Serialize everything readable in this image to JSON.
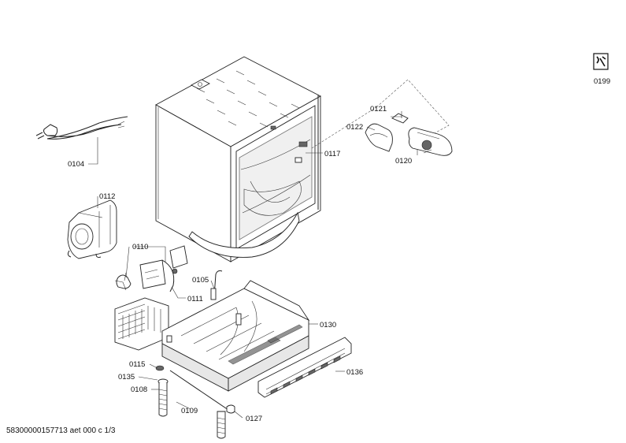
{
  "labels": {
    "l0199": "0199",
    "l0121": "0121",
    "l0122": "0122",
    "l0117": "0117",
    "l0120": "0120",
    "l0104": "0104",
    "l0112": "0112",
    "l0110": "0110",
    "l0111": "0111",
    "l0105": "0105",
    "l0130": "0130",
    "l0136": "0136",
    "l0115": "0115",
    "l0135": "0135",
    "l0108": "0108",
    "l0109": "0109",
    "l0127": "0127"
  },
  "footer": {
    "doc_id": "58300000157713 aet 000 c 1/3"
  }
}
